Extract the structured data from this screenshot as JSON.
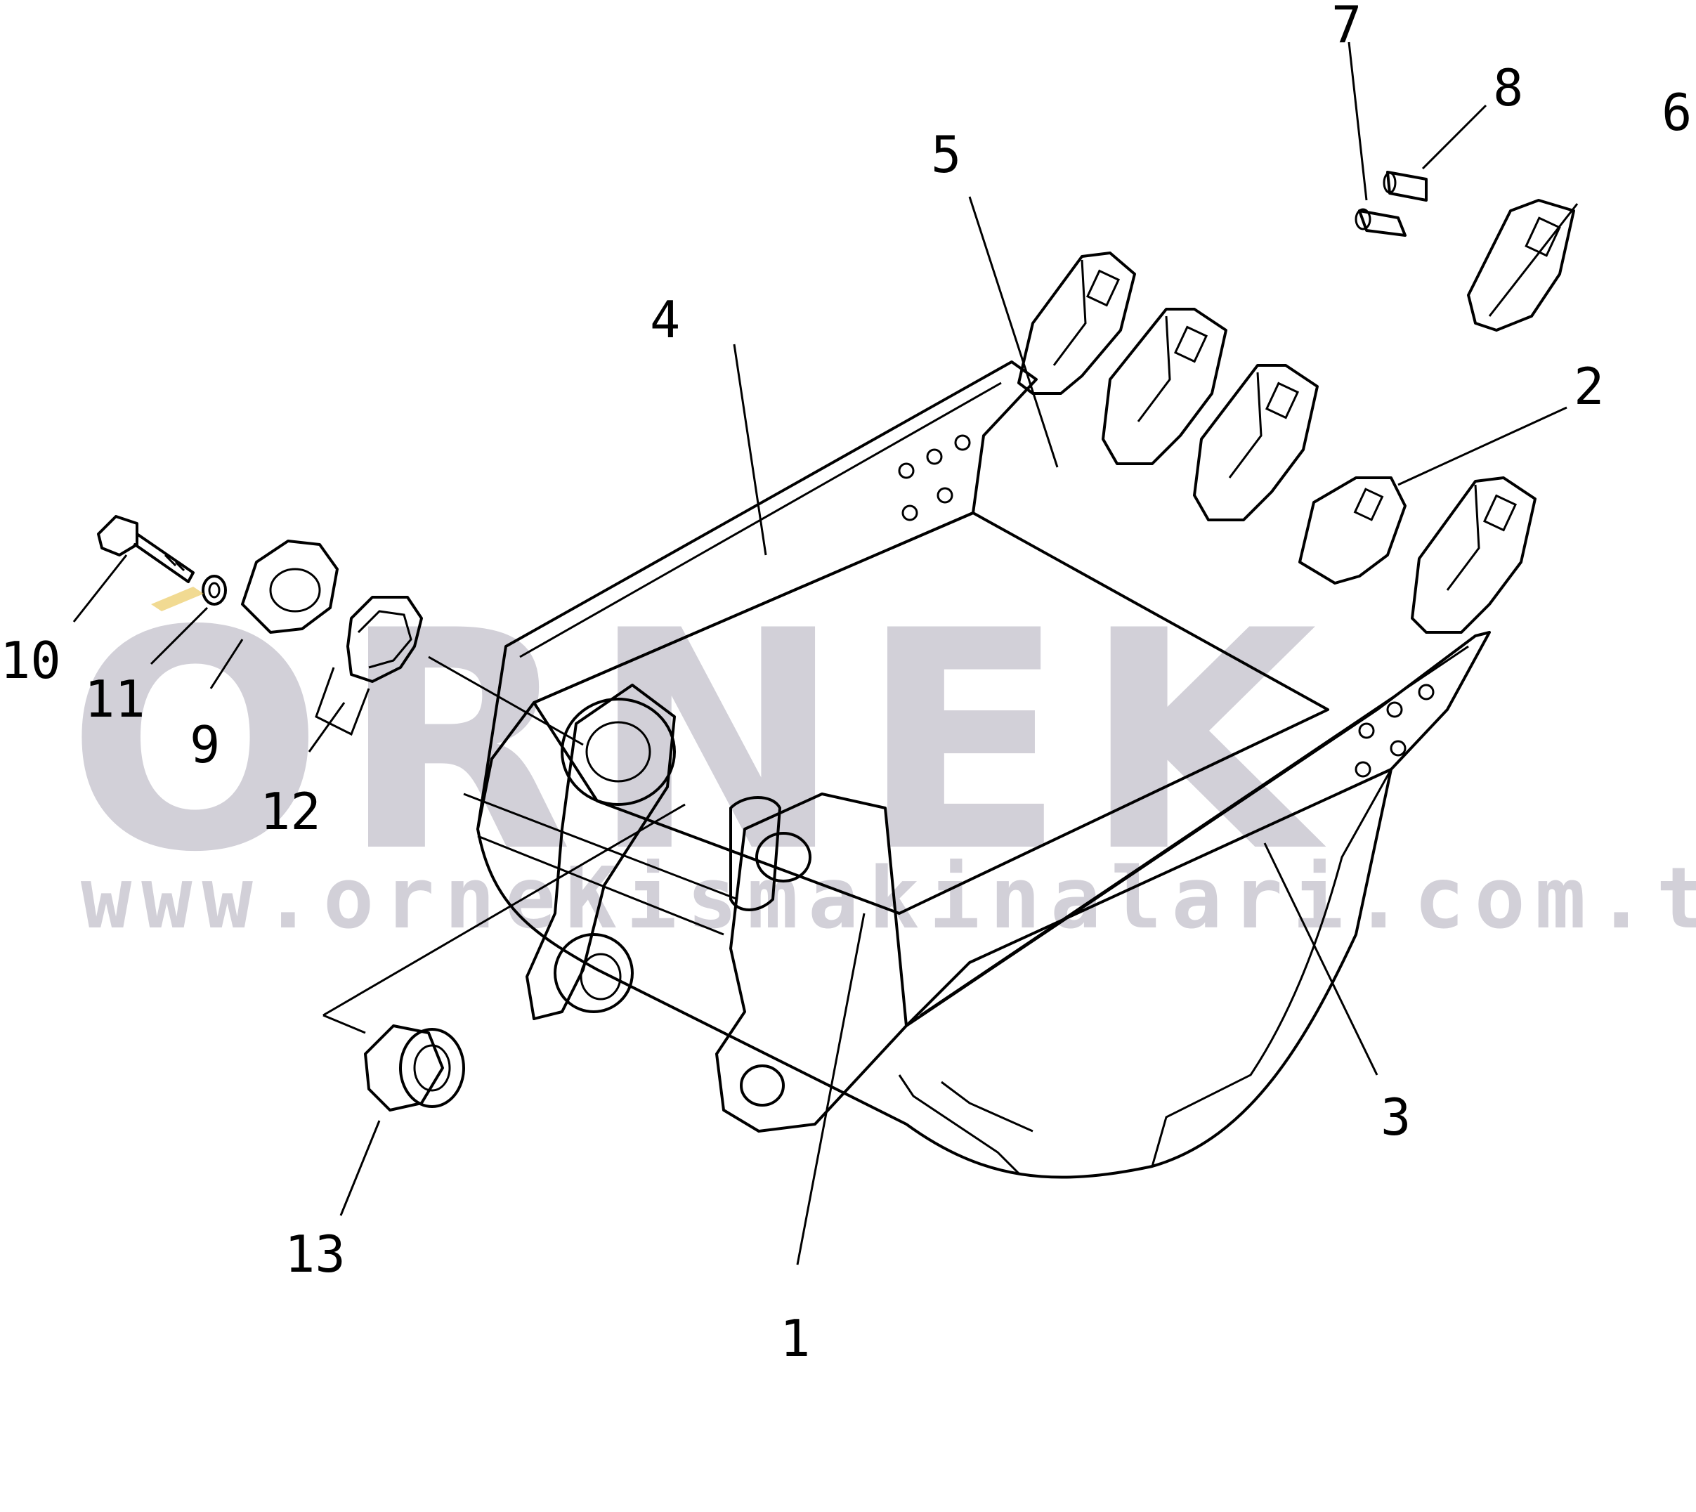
{
  "watermark": {
    "brand": "ORNEK",
    "url": "www.orneKismakinalari.com.tr",
    "color": "#d2d0d8"
  },
  "accent_color": "#e8c24a",
  "callouts": [
    {
      "id": "1",
      "label": "1"
    },
    {
      "id": "2",
      "label": "2"
    },
    {
      "id": "3",
      "label": "3"
    },
    {
      "id": "4",
      "label": "4"
    },
    {
      "id": "5",
      "label": "5"
    },
    {
      "id": "6",
      "label": "6"
    },
    {
      "id": "7",
      "label": "7"
    },
    {
      "id": "8",
      "label": "8"
    },
    {
      "id": "9",
      "label": "9"
    },
    {
      "id": "10",
      "label": "10"
    },
    {
      "id": "11",
      "label": "11"
    },
    {
      "id": "12",
      "label": "12"
    },
    {
      "id": "13",
      "label": "13"
    }
  ]
}
